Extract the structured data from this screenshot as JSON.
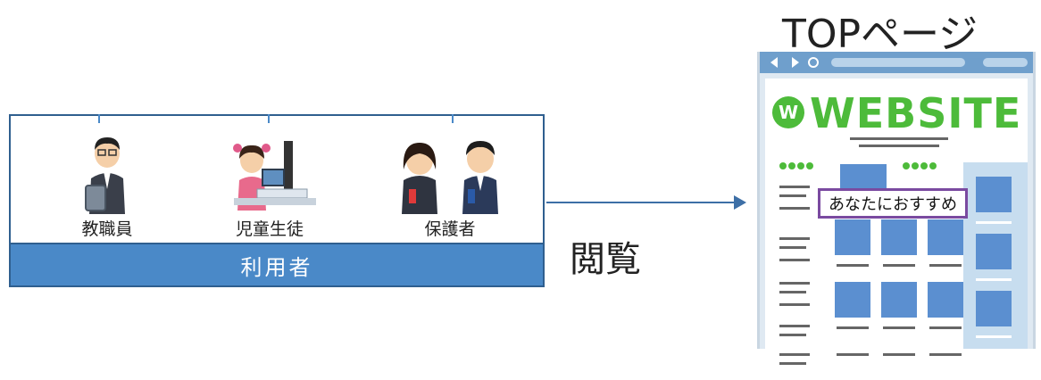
{
  "users": {
    "roles": [
      {
        "label": "教職員"
      },
      {
        "label": "児童生徒"
      },
      {
        "label": "保護者"
      }
    ],
    "footer_label": "利用者"
  },
  "arrow": {
    "label": "閲覧"
  },
  "website": {
    "page_title": "TOPページ",
    "logo_text": "WEBSITE",
    "logo_badge": "W",
    "recommend_label": "あなたにおすすめ"
  },
  "colors": {
    "user_box_border": "#2f5f8f",
    "user_footer": "#4a89c8",
    "arrow": "#3d6fa6",
    "logo_green": "#4dbb3a",
    "browser_bar": "#6f9fcc",
    "tile_blue": "#5b8fd0",
    "recommend_border": "#7a4aa0"
  }
}
